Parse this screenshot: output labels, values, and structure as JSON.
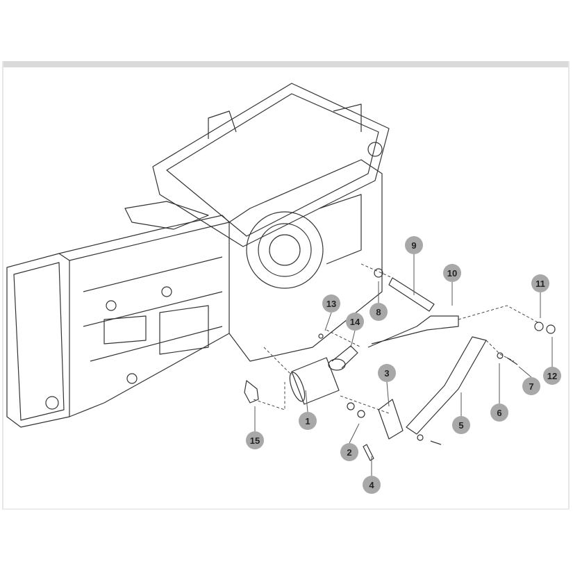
{
  "diagram": {
    "title": "Transmission housing exploded parts view",
    "callouts": [
      "1",
      "2",
      "3",
      "4",
      "5",
      "6",
      "7",
      "8",
      "9",
      "10",
      "11",
      "12",
      "13",
      "14",
      "15"
    ],
    "callout_color": "#a8a8a8"
  }
}
